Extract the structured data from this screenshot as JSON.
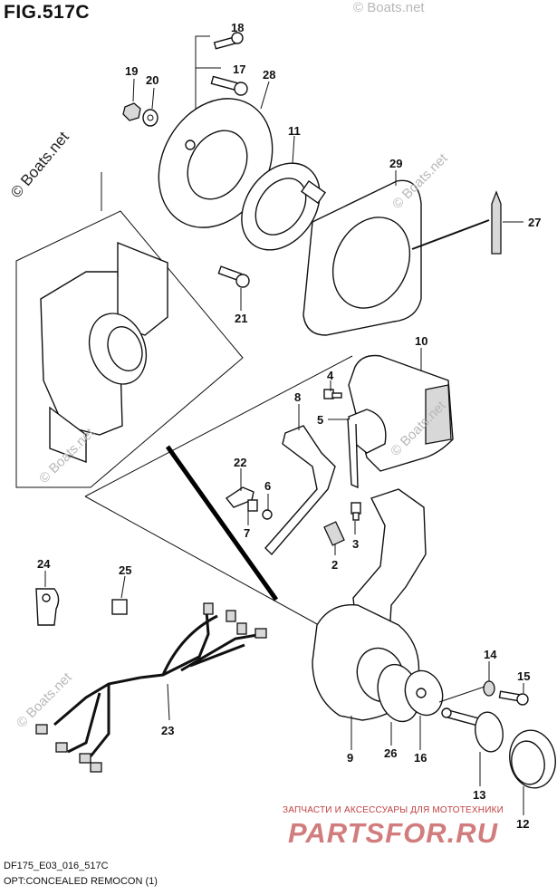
{
  "figure": {
    "title": "FIG.517C"
  },
  "watermarks": [
    "© Boats.net",
    "© Boats.net",
    "© Boats.net",
    "© Boats.net",
    "© Boats.net",
    "© Boats.net"
  ],
  "callouts": [
    "18",
    "17",
    "19",
    "20",
    "28",
    "11",
    "29",
    "27",
    "21",
    "10",
    "4",
    "8",
    "5",
    "22",
    "6",
    "7",
    "3",
    "2",
    "24",
    "25",
    "23",
    "14",
    "15",
    "9",
    "26",
    "16",
    "13",
    "12"
  ],
  "footer": {
    "model": "DF175_E03_016_517C",
    "caption": "OPT:CONCEALED REMOCON (1)"
  },
  "promo": {
    "tagline": "ЗАПЧАСТИ И АКСЕССУАРЫ ДЛЯ МОТОТЕХНИКИ",
    "brand": "PARTSFOR.RU"
  }
}
